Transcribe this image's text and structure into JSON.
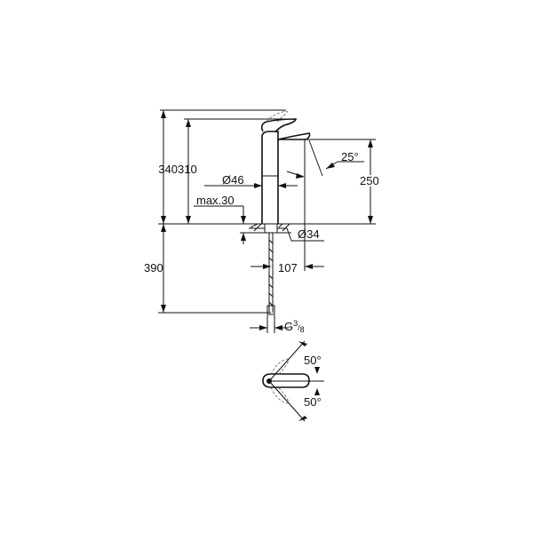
{
  "dimensions": {
    "total_height": "340",
    "handle_height": "310",
    "spout_height": "250",
    "body_diameter": "Ø46",
    "max_counter_thickness": "max.30",
    "spout_angle": "25°",
    "hole_diameter": "Ø34",
    "projection": "107",
    "hose_length": "390",
    "connection_base": "G",
    "connection_num": "3",
    "connection_den": "8",
    "rotation_up": "50°",
    "rotation_down": "50°"
  }
}
